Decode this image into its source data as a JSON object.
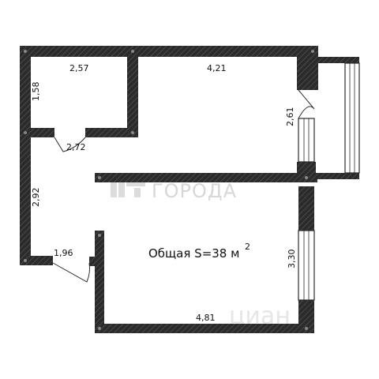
{
  "floorplan": {
    "total_area_label": "Общая S=38 м",
    "total_area_sup": "2",
    "dimensions": {
      "top_left_room_width": "2,57",
      "top_right_room_width": "4,21",
      "left_upper_height": "1,58",
      "left_middle_height": "2,92",
      "inner_door_span": "2,72",
      "entrance_span": "1,96",
      "window_upper": "2,61",
      "window_lower": "3,30",
      "bottom_width": "4,81"
    },
    "colors": {
      "wall": "#2b2b2b",
      "wall_hatch": "#6a6a6a",
      "window": "#ffffff",
      "background": "#ffffff"
    }
  },
  "watermark": {
    "brand": "ГОРОДА",
    "secondary": "циан"
  }
}
